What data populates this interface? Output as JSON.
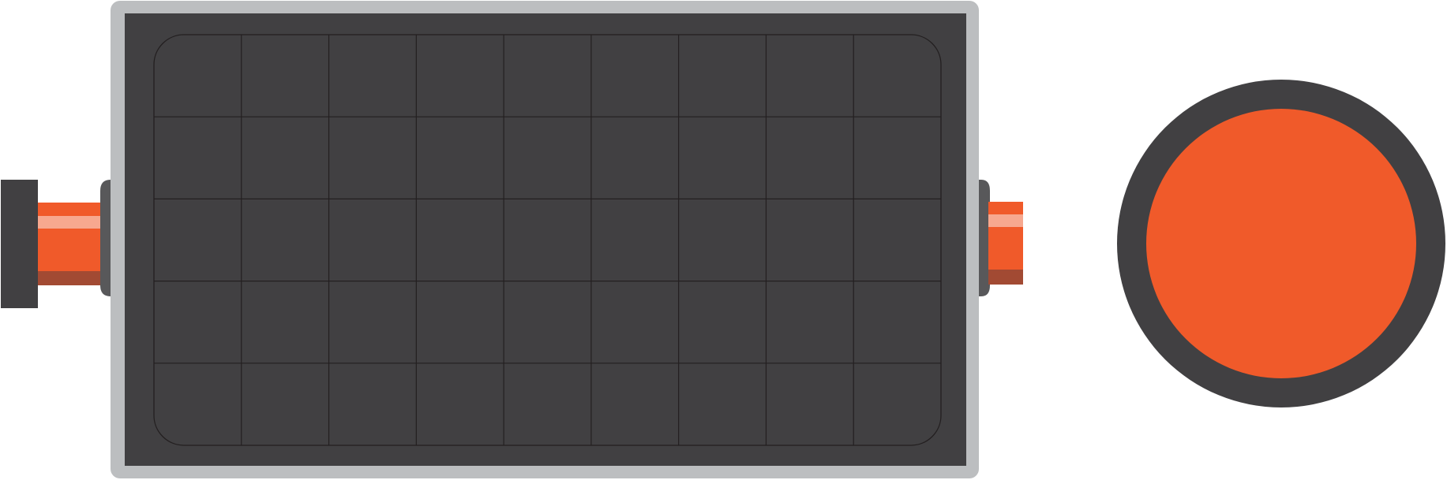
{
  "diagram": {
    "grid": {
      "rows": 5,
      "columns": 9
    },
    "colors": {
      "background": "#ffffff",
      "dark": "#414042",
      "frame": "#bcbec0",
      "grid_line": "#231f20",
      "orange": "#f05a2a",
      "orange_highlight": "#f7a88f",
      "orange_shadow": "#a24a33",
      "connector": "#58585a"
    },
    "parts": {
      "left_bar": "left-lead",
      "panel": "cell-panel",
      "right_bar": "right-lead",
      "button": "orange-disc"
    }
  }
}
